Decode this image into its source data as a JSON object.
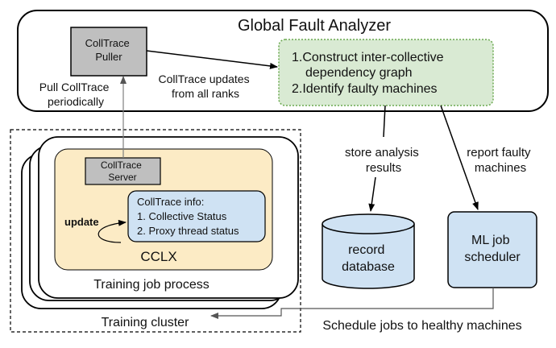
{
  "analyzer": {
    "title": "Global Fault Analyzer",
    "puller_lines": [
      "CollTrace",
      "Puller"
    ],
    "steps": [
      "1.Construct inter-collective",
      "dependency graph",
      "2.Identify faulty machines"
    ]
  },
  "labels": {
    "pull": [
      "Pull CollTrace",
      "periodically"
    ],
    "updates": [
      "CollTrace updates",
      "from all ranks"
    ],
    "store": [
      "store analysis",
      "results"
    ],
    "report": [
      "report faulty",
      "machines"
    ],
    "schedule": "Schedule jobs to healthy machines",
    "update": "update"
  },
  "process": {
    "server_lines": [
      "CollTrace",
      "Server"
    ],
    "info_lines": [
      "CollTrace info:",
      "1. Collective Status",
      "2. Proxy thread status"
    ],
    "cclx": "CCLX",
    "job_label": "Training job process",
    "cluster_label": "Training cluster"
  },
  "database": {
    "lines": [
      "record",
      "database"
    ]
  },
  "scheduler": {
    "lines": [
      "ML job",
      "scheduler"
    ]
  },
  "colors": {
    "puller_fill": "#bfbfbf",
    "steps_fill": "#d9ead3",
    "steps_border": "#6aa84f",
    "cclx_fill": "#fcebc5",
    "info_fill": "#cfe2f3",
    "db_fill": "#cfe2f3",
    "scheduler_fill": "#cfe2f3",
    "stroke": "#000000",
    "connector": "#7f7f7f"
  }
}
